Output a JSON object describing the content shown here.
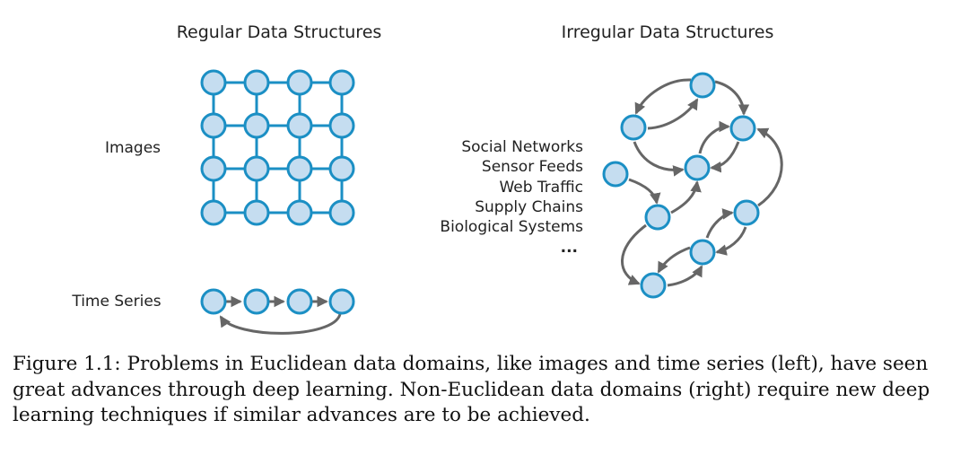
{
  "left_title": "Regular Data Structures",
  "right_title": "Irregular Data Structures",
  "left_labels": {
    "images": "Images",
    "time_series": "Time Series"
  },
  "right_labels": [
    "Social Networks",
    "Sensor Feeds",
    "Web Traffic",
    "Supply Chains",
    "Biological Systems",
    "..."
  ],
  "caption": "Figure 1.1: Problems in Euclidean data domains, like images and time series (left), have seen great advances through deep learning. Non-Euclidean data domains (right) require new deep learning techniques if similar advances are to be achieved.",
  "colors": {
    "node_fill": "#c5ddf0",
    "node_stroke": "#1b8fc4",
    "edge": "#666666"
  }
}
